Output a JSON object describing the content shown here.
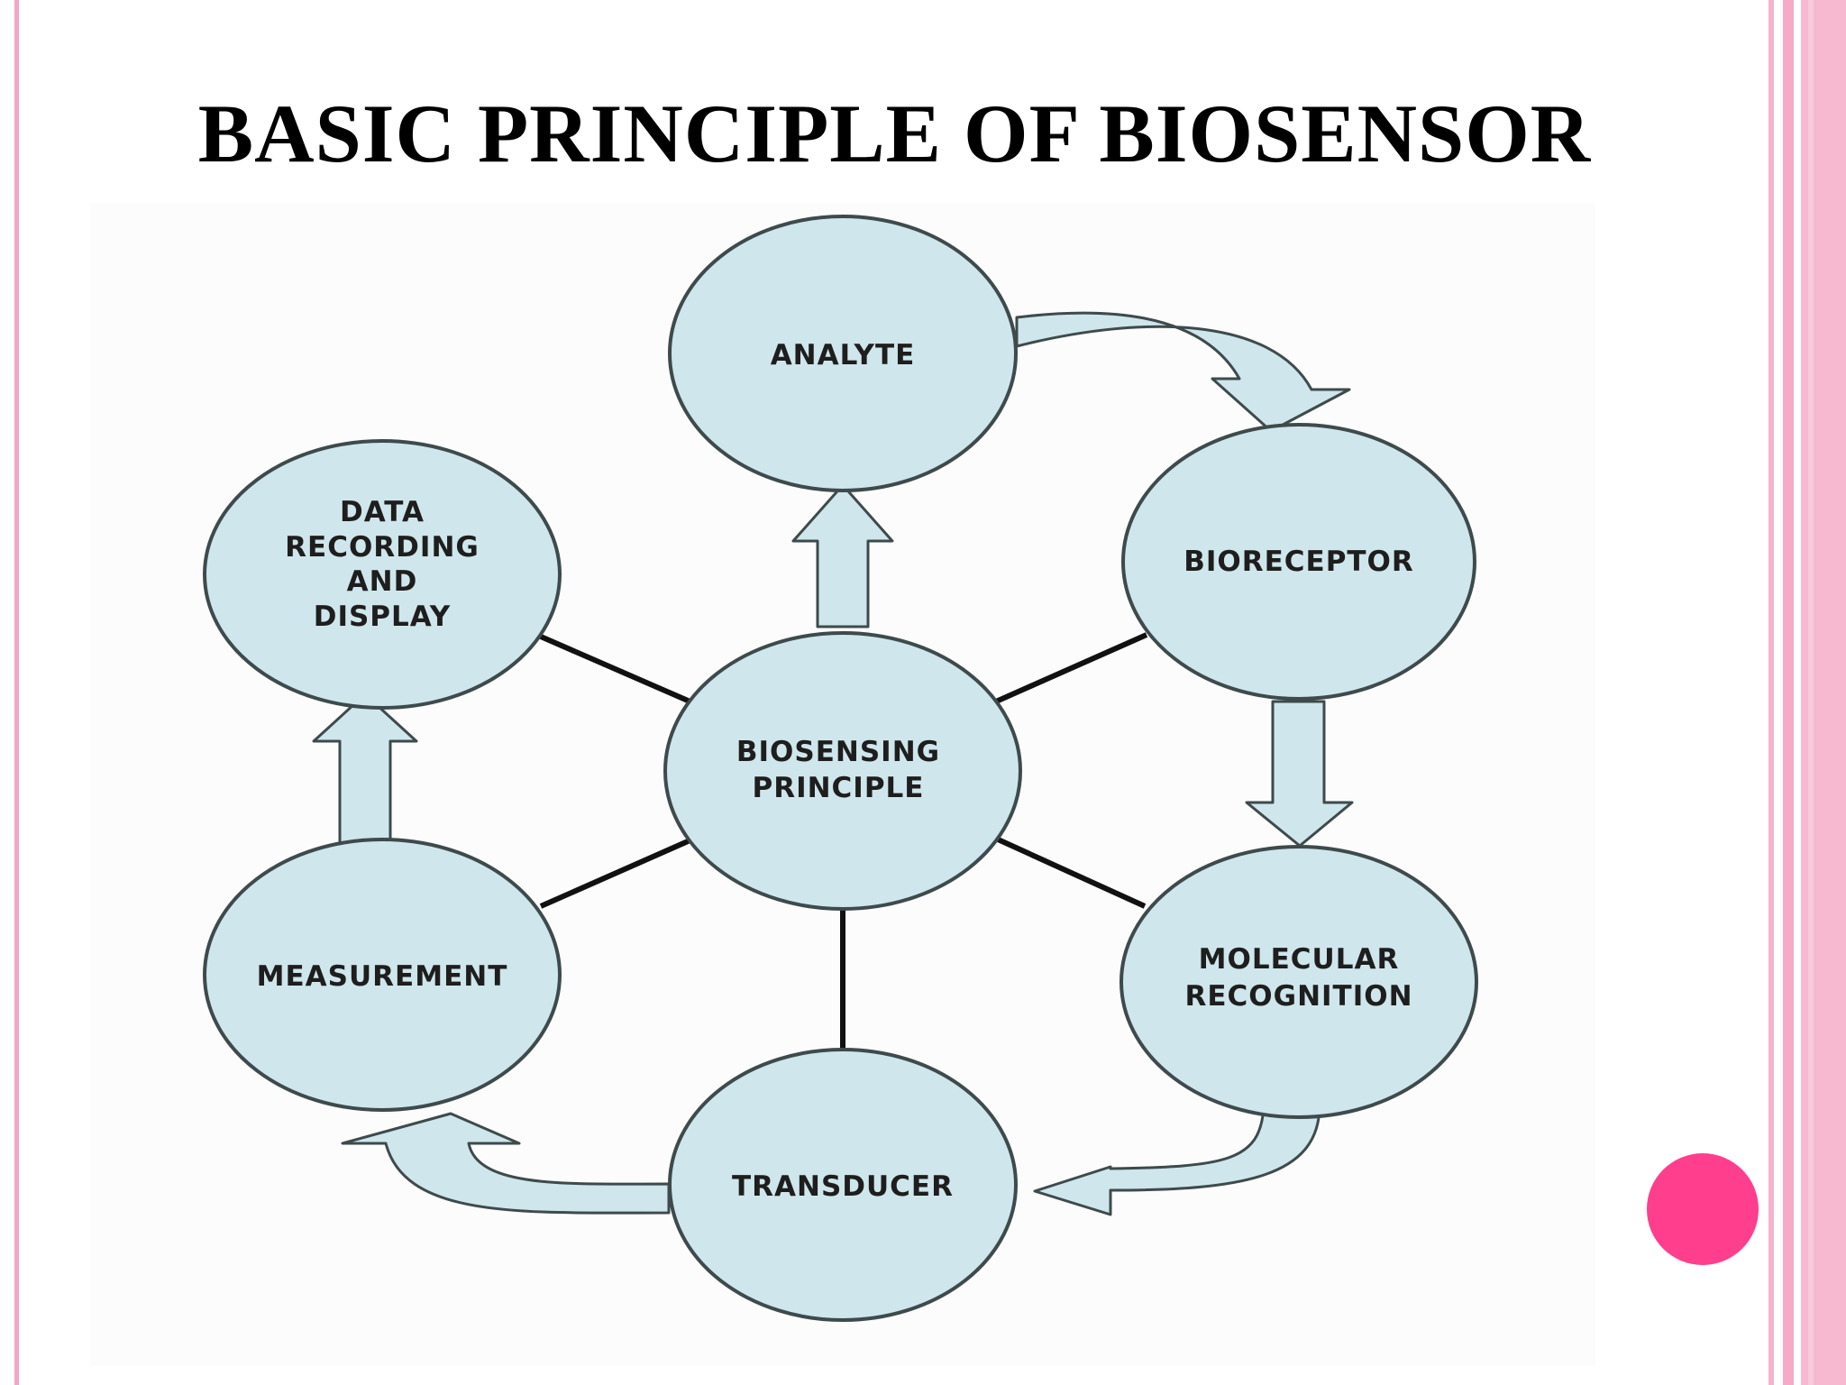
{
  "title": "BASIC PRINCIPLE OF BIOSENSOR",
  "nodes": {
    "analyte": [
      "ANALYTE"
    ],
    "bioreceptor": [
      "BIORECEPTOR"
    ],
    "molecular_recognition": [
      "MOLECULAR",
      "RECOGNITION"
    ],
    "transducer": [
      "TRANSDUCER"
    ],
    "measurement": [
      "MEASUREMENT"
    ],
    "data_recording": [
      "DATA",
      "RECORDING",
      "AND",
      "DISPLAY"
    ],
    "center": [
      "BIOSENSING",
      "PRINCIPLE"
    ]
  },
  "colors": {
    "node_fill": "#cfe6ec",
    "node_stroke": "#3e4a4c",
    "accent_pink": "#ff3e8e",
    "border_pink": "#f4a6c4"
  }
}
